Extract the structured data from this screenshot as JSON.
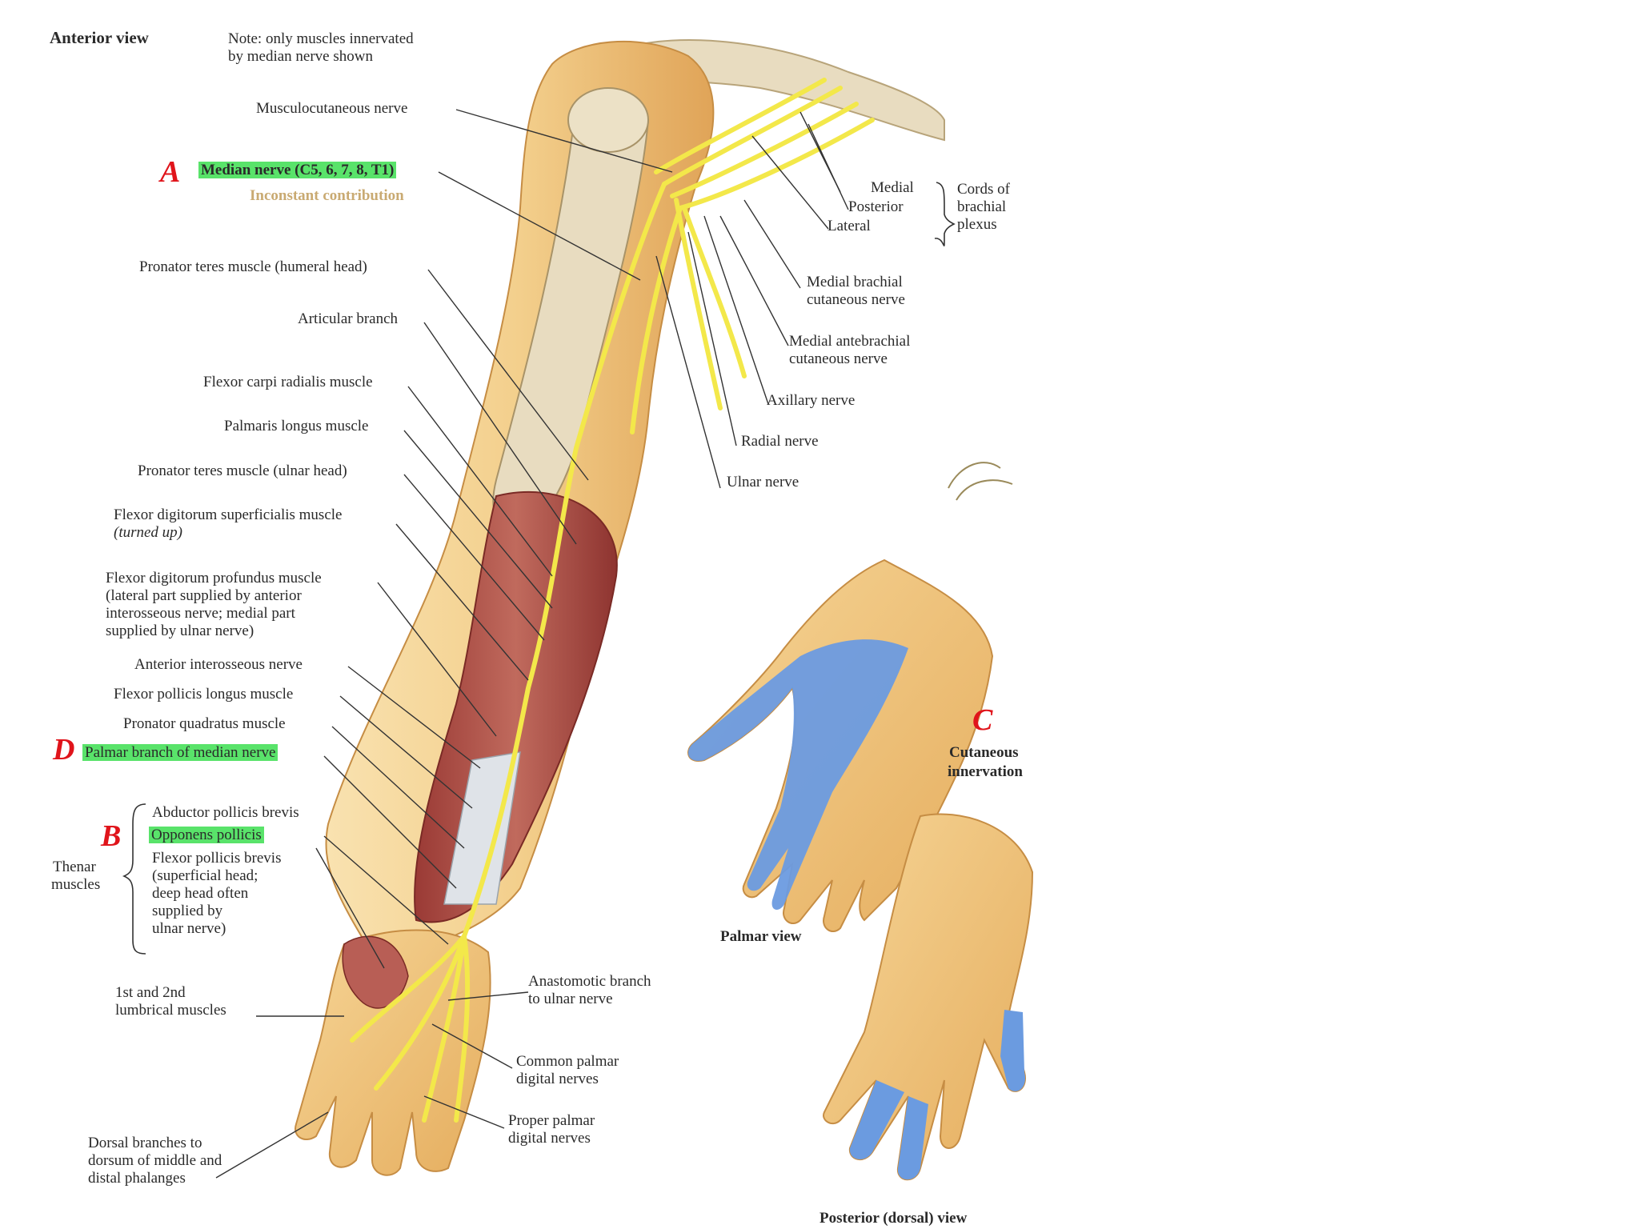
{
  "header": {
    "title": "Anterior view",
    "note_line1": "Note: only muscles innervated",
    "note_line2": "by median nerve shown"
  },
  "letters": {
    "A": "A",
    "B": "B",
    "C": "C",
    "D": "D"
  },
  "labels": {
    "musculocutaneous": "Musculocutaneous nerve",
    "median": "Median nerve (C5, 6, 7, 8, T1)",
    "inconstant": "Inconstant contribution",
    "medial": "Medial",
    "posterior": "Posterior",
    "lateral": "Lateral",
    "cords1": "Cords of",
    "cords2": "brachial",
    "cords3": "plexus",
    "medial_brachial1": "Medial brachial",
    "medial_brachial2": "cutaneous nerve",
    "medial_antebrachial1": "Medial antebrachial",
    "medial_antebrachial2": "cutaneous nerve",
    "axillary": "Axillary nerve",
    "radial": "Radial nerve",
    "ulnar": "Ulnar nerve",
    "pronator_humeral": "Pronator teres muscle (humeral head)",
    "articular": "Articular branch",
    "fcr": "Flexor carpi radialis muscle",
    "palmaris": "Palmaris longus muscle",
    "pronator_ulnar": "Pronator teres muscle (ulnar head)",
    "fds1": "Flexor digitorum superficialis muscle",
    "fds2": "(turned up)",
    "fdp1": "Flexor digitorum profundus muscle",
    "fdp2": "(lateral part supplied by anterior",
    "fdp3": "interosseous nerve; medial part",
    "fdp4": "supplied by ulnar nerve)",
    "aion": "Anterior interosseous nerve",
    "fpl": "Flexor pollicis longus muscle",
    "pq": "Pronator quadratus muscle",
    "palmar_branch": "Palmar branch of median nerve",
    "apb": "Abductor pollicis brevis",
    "op": "Opponens pollicis",
    "fpb1": "Flexor pollicis brevis",
    "fpb2": "(superficial head;",
    "fpb3": "deep head often",
    "fpb4": "supplied by",
    "fpb5": "ulnar nerve)",
    "thenar1": "Thenar",
    "thenar2": "muscles",
    "lumbrical1": "1st and 2nd",
    "lumbrical2": "lumbrical muscles",
    "anastomotic1": "Anastomotic branch",
    "anastomotic2": "to ulnar nerve",
    "common1": "Common palmar",
    "common2": "digital nerves",
    "proper1": "Proper palmar",
    "proper2": "digital nerves",
    "dorsal1": "Dorsal branches to",
    "dorsal2": "dorsum of middle and",
    "dorsal3": "distal phalanges",
    "cutaneous1": "Cutaneous",
    "cutaneous2": "innervation",
    "palmar_view": "Palmar view",
    "posterior_view": "Posterior (dorsal) view"
  },
  "colors": {
    "skin": "#f3cf8c",
    "skin_shadow": "#e3a95a",
    "bone": "#e8dcc0",
    "nerve": "#f3e84a",
    "muscle": "#b5514a",
    "innervation": "#6b9be0",
    "highlight": "#59e36a",
    "letter": "#e0141b"
  }
}
